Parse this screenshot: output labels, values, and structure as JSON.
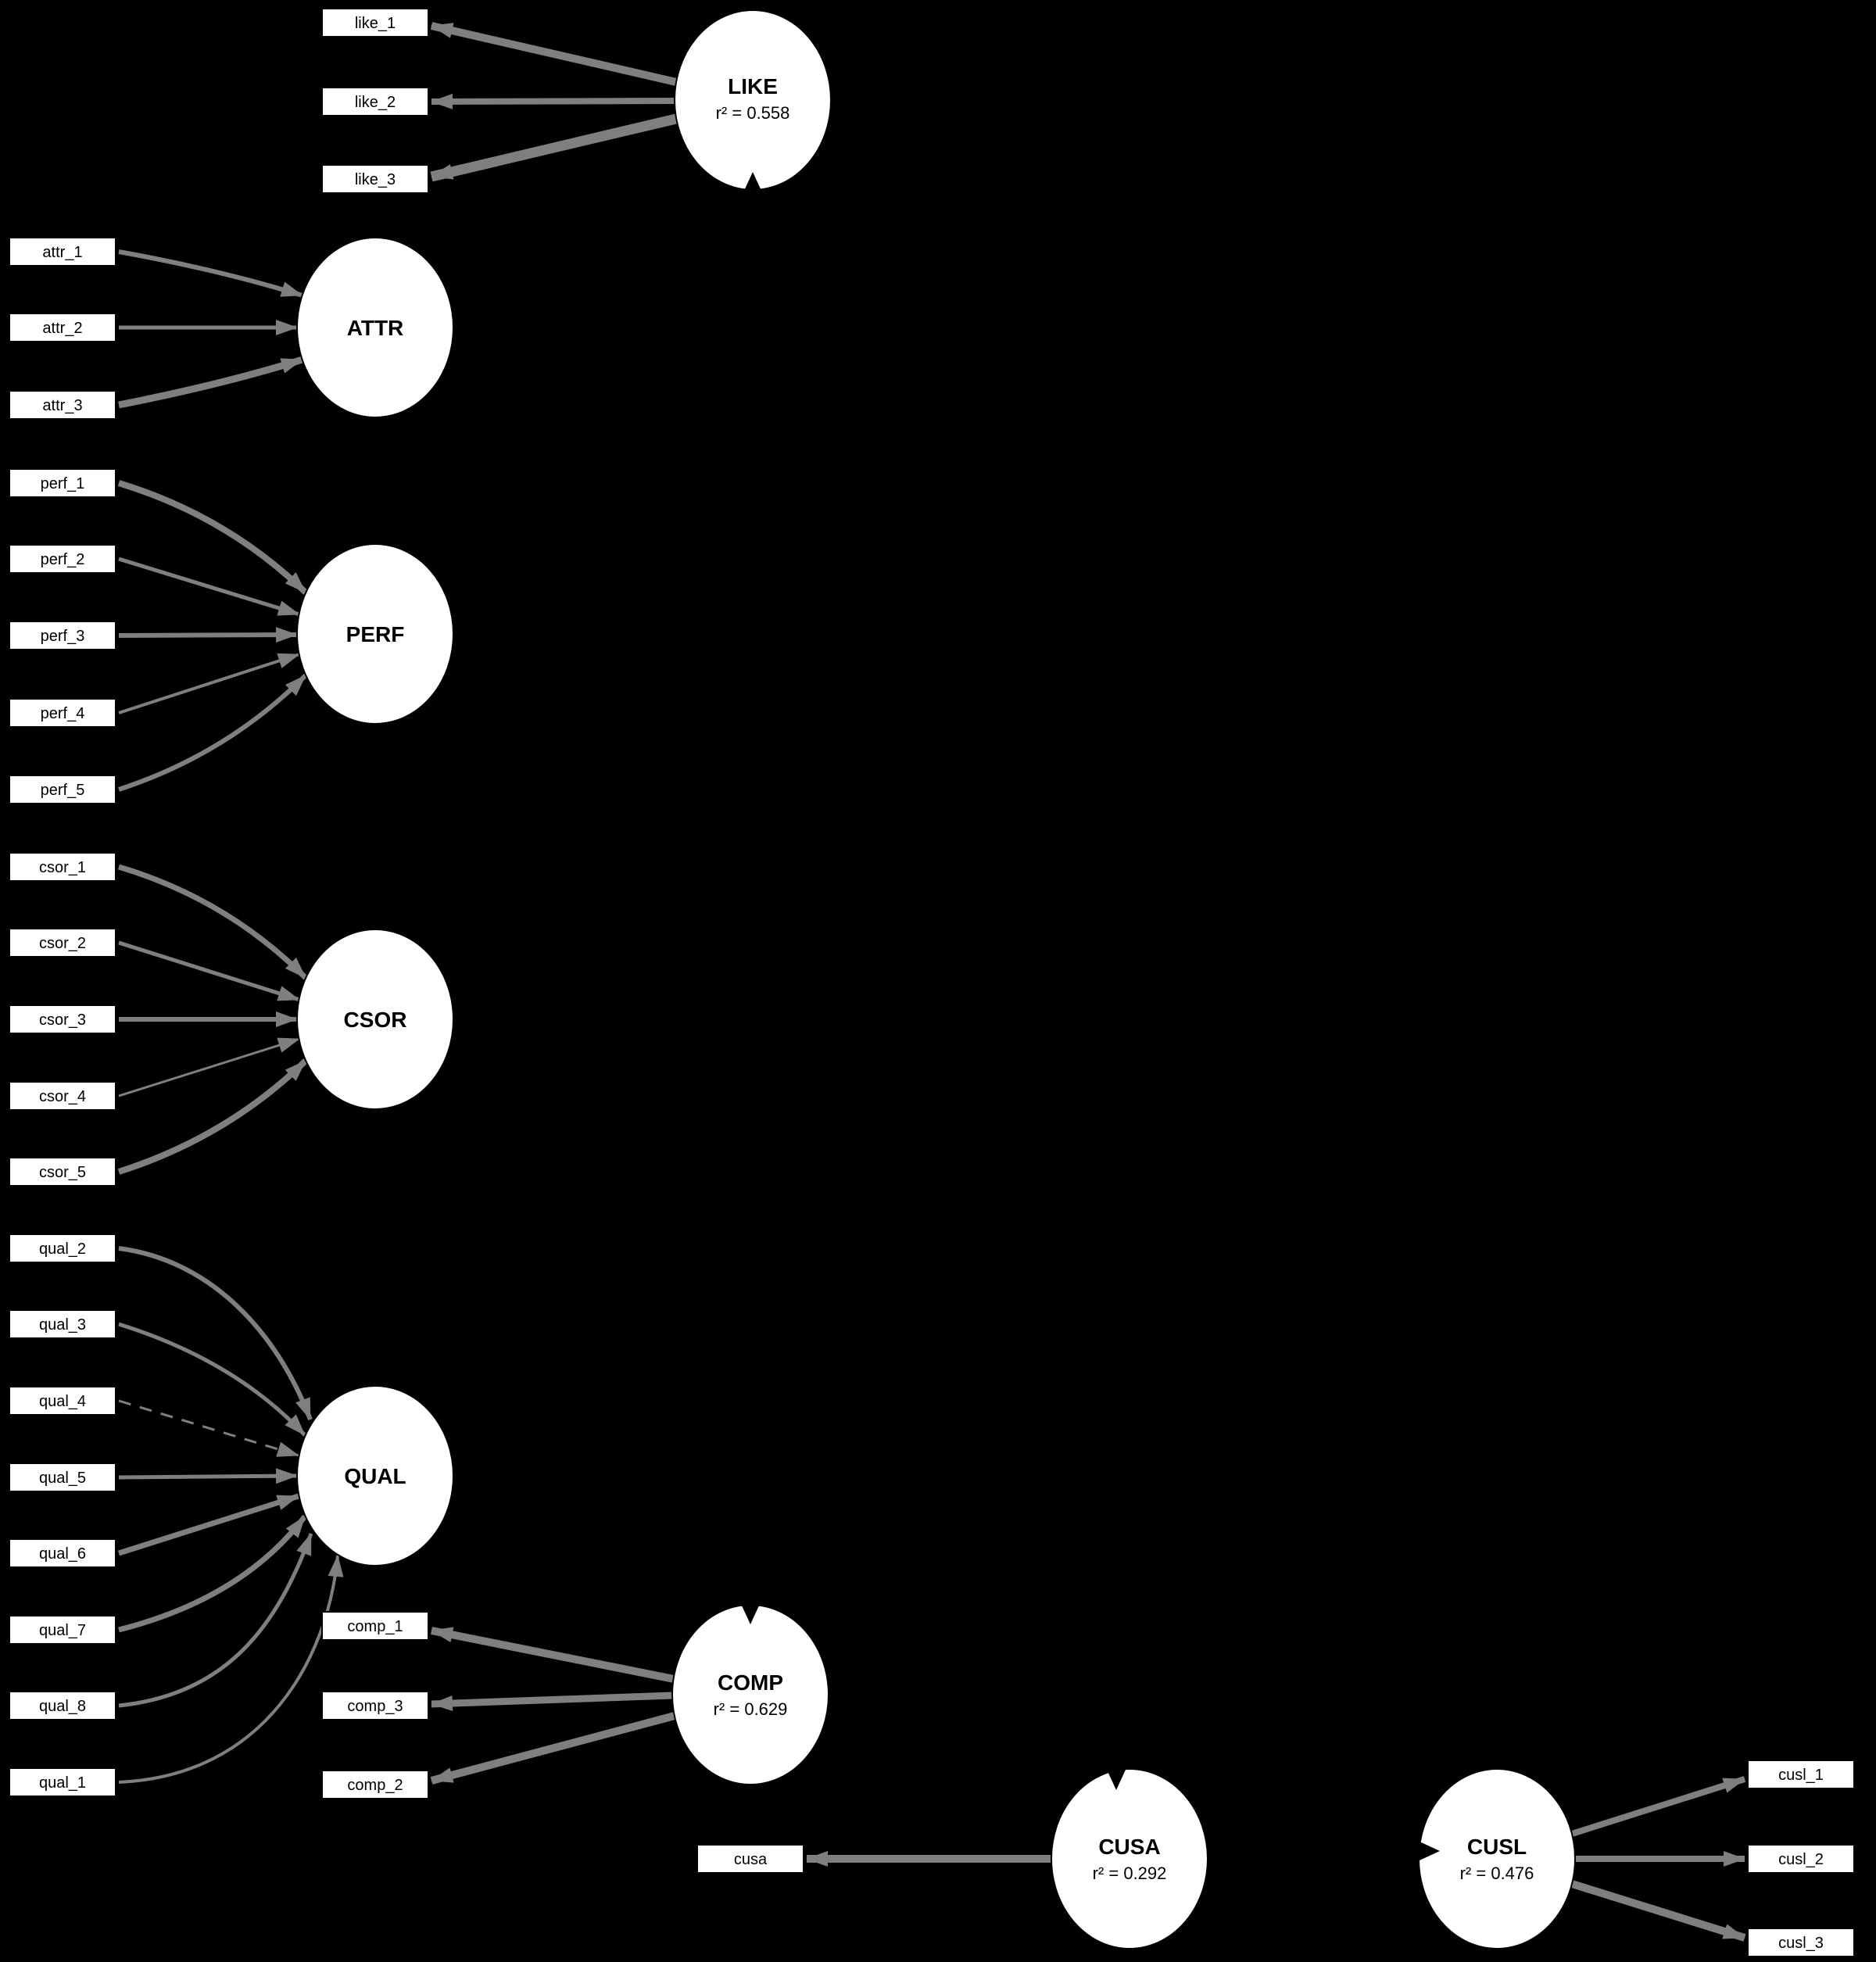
{
  "colors": {
    "background": "#000000",
    "node_fill": "#ffffff",
    "edge": "#7f7f7f",
    "text": "#000000"
  },
  "constructs": {
    "like": {
      "label": "LIKE",
      "r2": "r² = 0.558",
      "mode": "reflective"
    },
    "attr": {
      "label": "ATTR",
      "mode": "formative"
    },
    "perf": {
      "label": "PERF",
      "mode": "formative"
    },
    "csor": {
      "label": "CSOR",
      "mode": "formative"
    },
    "qual": {
      "label": "QUAL",
      "mode": "formative"
    },
    "comp": {
      "label": "COMP",
      "r2": "r² = 0.629",
      "mode": "reflective"
    },
    "cusa": {
      "label": "CUSA",
      "r2": "r² = 0.292",
      "mode": "reflective"
    },
    "cusl": {
      "label": "CUSL",
      "r2": "r² = 0.476",
      "mode": "reflective"
    }
  },
  "indicators": {
    "like": [
      "like_1",
      "like_2",
      "like_3"
    ],
    "attr": [
      "attr_1",
      "attr_2",
      "attr_3"
    ],
    "perf": [
      "perf_1",
      "perf_2",
      "perf_3",
      "perf_4",
      "perf_5"
    ],
    "csor": [
      "csor_1",
      "csor_2",
      "csor_3",
      "csor_4",
      "csor_5"
    ],
    "qual": [
      "qual_2",
      "qual_3",
      "qual_4",
      "qual_5",
      "qual_6",
      "qual_7",
      "qual_8",
      "qual_1"
    ],
    "comp": [
      "comp_1",
      "comp_3",
      "comp_2"
    ],
    "cusa": [
      "cusa"
    ],
    "cusl": [
      "cusl_1",
      "cusl_2",
      "cusl_3"
    ]
  },
  "notes": {
    "dashed_edge": "qual_4 → QUAL"
  }
}
